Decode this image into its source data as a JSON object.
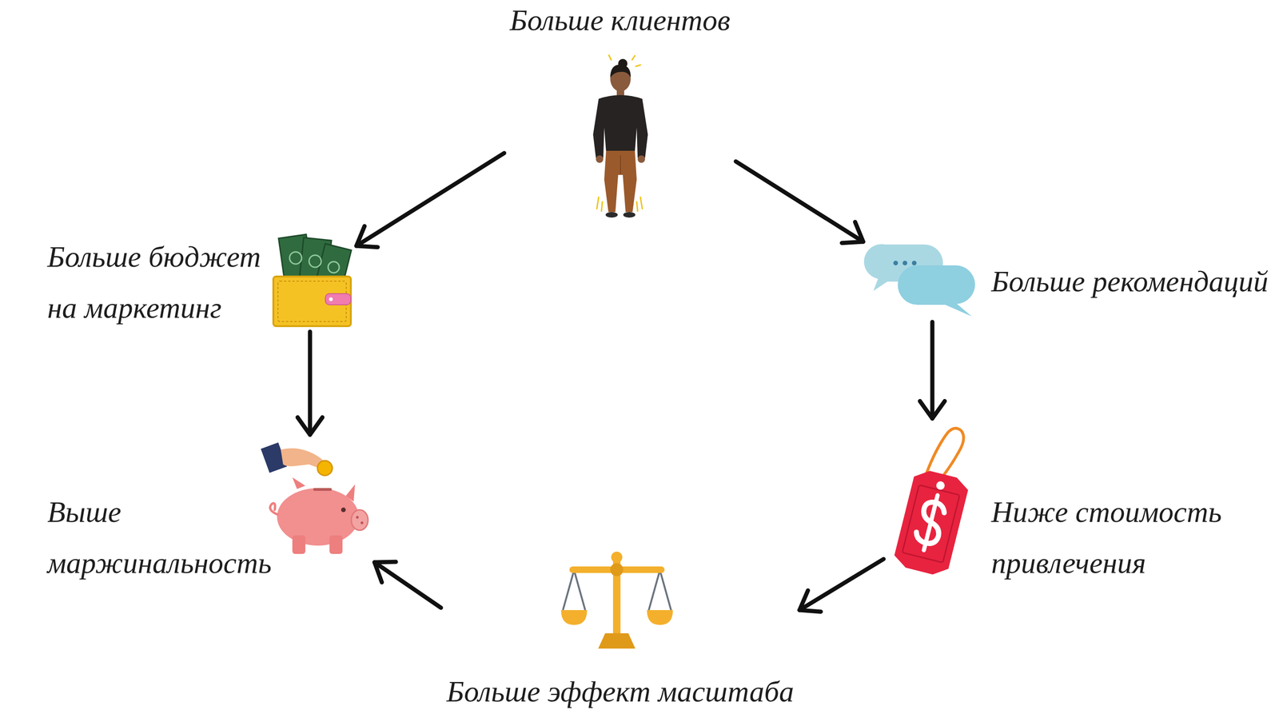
{
  "diagram": {
    "nodes": [
      {
        "text": [
          "Больше клиентов"
        ]
      },
      {
        "text": [
          "Больше бюджет на маркетинг"
        ]
      },
      {
        "text": [
          "Больше рекомендаций"
        ]
      },
      {
        "text": [
          "Выше маржинальность"
        ]
      },
      {
        "text": [
          "Ниже стоимость привлечения"
        ]
      },
      {
        "text": [
          "Больше эффект масштаба"
        ]
      }
    ],
    "edges": [
      {
        "from": 0,
        "to": 1,
        "arrow": "to"
      },
      {
        "from": 0,
        "to": 2,
        "arrow": "to"
      },
      {
        "from": 1,
        "to": 3,
        "arrow": "to"
      },
      {
        "from": 2,
        "to": 4,
        "arrow": "to"
      },
      {
        "from": 4,
        "to": 5,
        "arrow": "to"
      },
      {
        "from": 5,
        "to": 3,
        "arrow": "to"
      }
    ]
  }
}
